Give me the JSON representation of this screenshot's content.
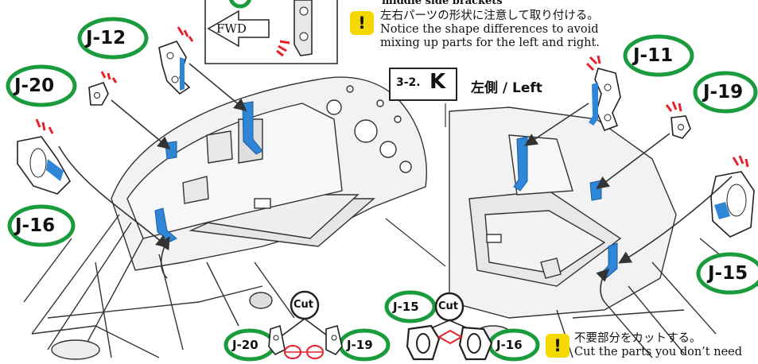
{
  "header": {
    "fwd_label": "FWD",
    "top_cut_text": "middle side brackets"
  },
  "step": {
    "number": "3-2.",
    "letter": "K",
    "side": "左側 / Left"
  },
  "notices": {
    "shape_jp": "左右パーツの形状に注意して取り付ける。",
    "shape_en_line1": "Notice the shape differences to avoid",
    "shape_en_line2": "mixing up parts for the left and right.",
    "cut_jp": "不要部分をカットする。",
    "cut_en": "Cut the parts you don’t need",
    "warn_mark": "!"
  },
  "parts": {
    "j12": "J-12",
    "j20": "J-20",
    "j16": "J-16",
    "j11": "J-11",
    "j19": "J-19",
    "j15": "J-15",
    "cut_j20": "J-20",
    "cut_j19": "J-19",
    "cut_j15": "J-15",
    "cut_j16": "J-16"
  },
  "cut_label": "Cut",
  "colors": {
    "label_ring": "#1a9b3c",
    "part_blue": "#2f86d6",
    "highlight_red": "#e8202a",
    "warn_yellow": "#f5d800"
  }
}
